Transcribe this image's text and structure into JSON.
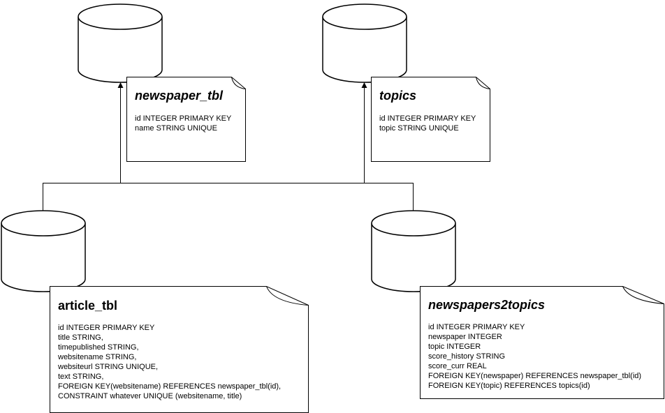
{
  "tables": [
    {
      "id": "newspaper_tbl",
      "title": "newspaper_tbl",
      "title_style": "italic",
      "fields": [
        "id INTEGER PRIMARY KEY",
        "name STRING UNIQUE"
      ]
    },
    {
      "id": "topics",
      "title": "topics",
      "title_style": "italic",
      "fields": [
        "id INTEGER PRIMARY KEY",
        "topic STRING UNIQUE"
      ]
    },
    {
      "id": "article_tbl",
      "title": "article_tbl",
      "title_style": "plain",
      "fields": [
        "id INTEGER PRIMARY KEY",
        "title STRING,",
        "timepublished STRING,",
        "websitename STRING,",
        "websiteurl STRING UNIQUE,",
        "text STRING,",
        "FOREIGN KEY(websitename) REFERENCES newspaper_tbl(id),",
        "CONSTRAINT whatever UNIQUE (websitename, title)"
      ]
    },
    {
      "id": "newspapers2topics",
      "title": "newspapers2topics",
      "title_style": "italic",
      "fields": [
        "id INTEGER PRIMARY KEY",
        "newspaper INTEGER",
        "topic INTEGER",
        "score_history STRING",
        "score_curr REAL",
        "FOREIGN KEY(newspaper) REFERENCES newspaper_tbl(id)",
        "FOREIGN KEY(topic) REFERENCES topics(id)"
      ]
    }
  ],
  "colors": {
    "stroke": "#000000",
    "fill": "#ffffff"
  }
}
